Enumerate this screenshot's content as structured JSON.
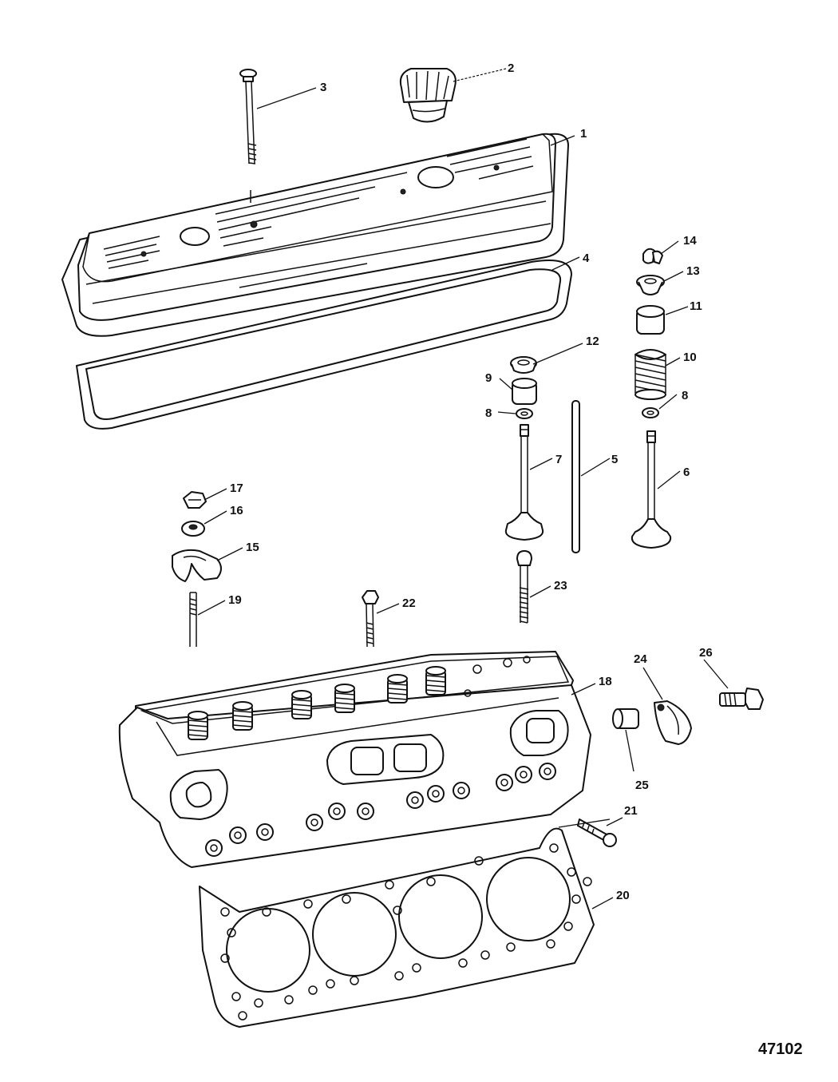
{
  "figure_number": "47102",
  "callouts": {
    "c1": "1",
    "c2": "2",
    "c3": "3",
    "c4": "4",
    "c5": "5",
    "c6": "6",
    "c7": "7",
    "c8a": "8",
    "c8b": "8",
    "c9": "9",
    "c10": "10",
    "c11": "11",
    "c12": "12",
    "c13": "13",
    "c14": "14",
    "c15": "15",
    "c16": "16",
    "c17": "17",
    "c18": "18",
    "c19": "19",
    "c20": "20",
    "c21": "21",
    "c22": "22",
    "c23": "23",
    "c24": "24",
    "c25": "25",
    "c26": "26"
  }
}
